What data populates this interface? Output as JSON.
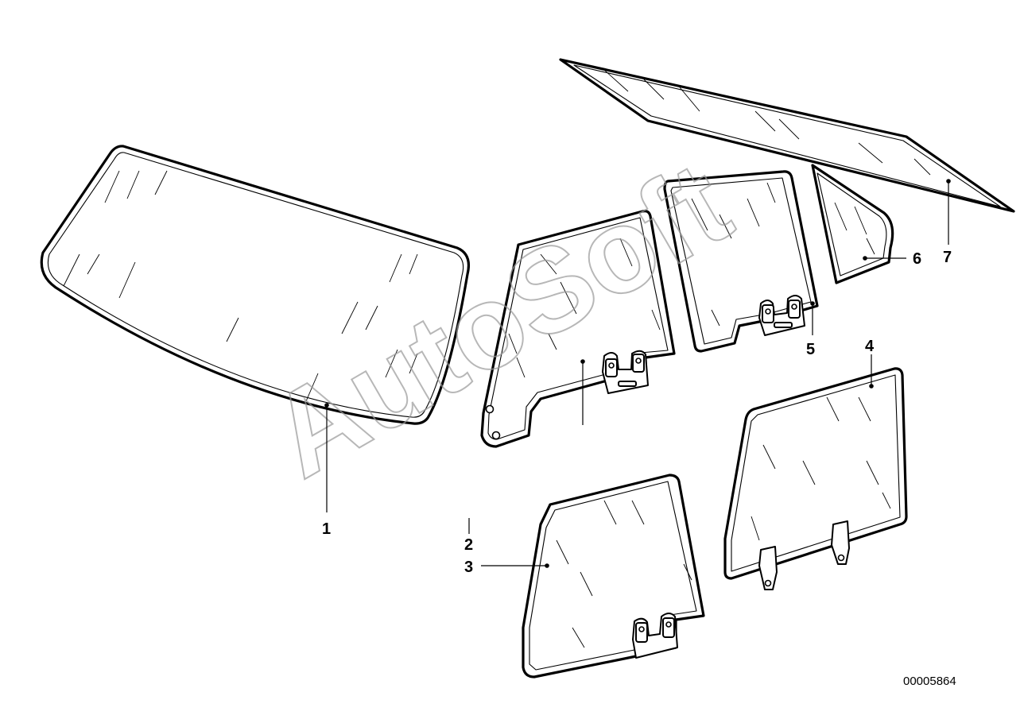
{
  "watermark": "AutoSoft",
  "diagram_ref": "00005864",
  "parts": [
    {
      "label": "1",
      "part": "windscreen"
    },
    {
      "label": "2",
      "part": ""
    },
    {
      "label": "3",
      "part": ""
    },
    {
      "label": "4",
      "part": ""
    },
    {
      "label": "5",
      "part": ""
    },
    {
      "label": "6",
      "part": ""
    },
    {
      "label": "7",
      "part": ""
    }
  ]
}
